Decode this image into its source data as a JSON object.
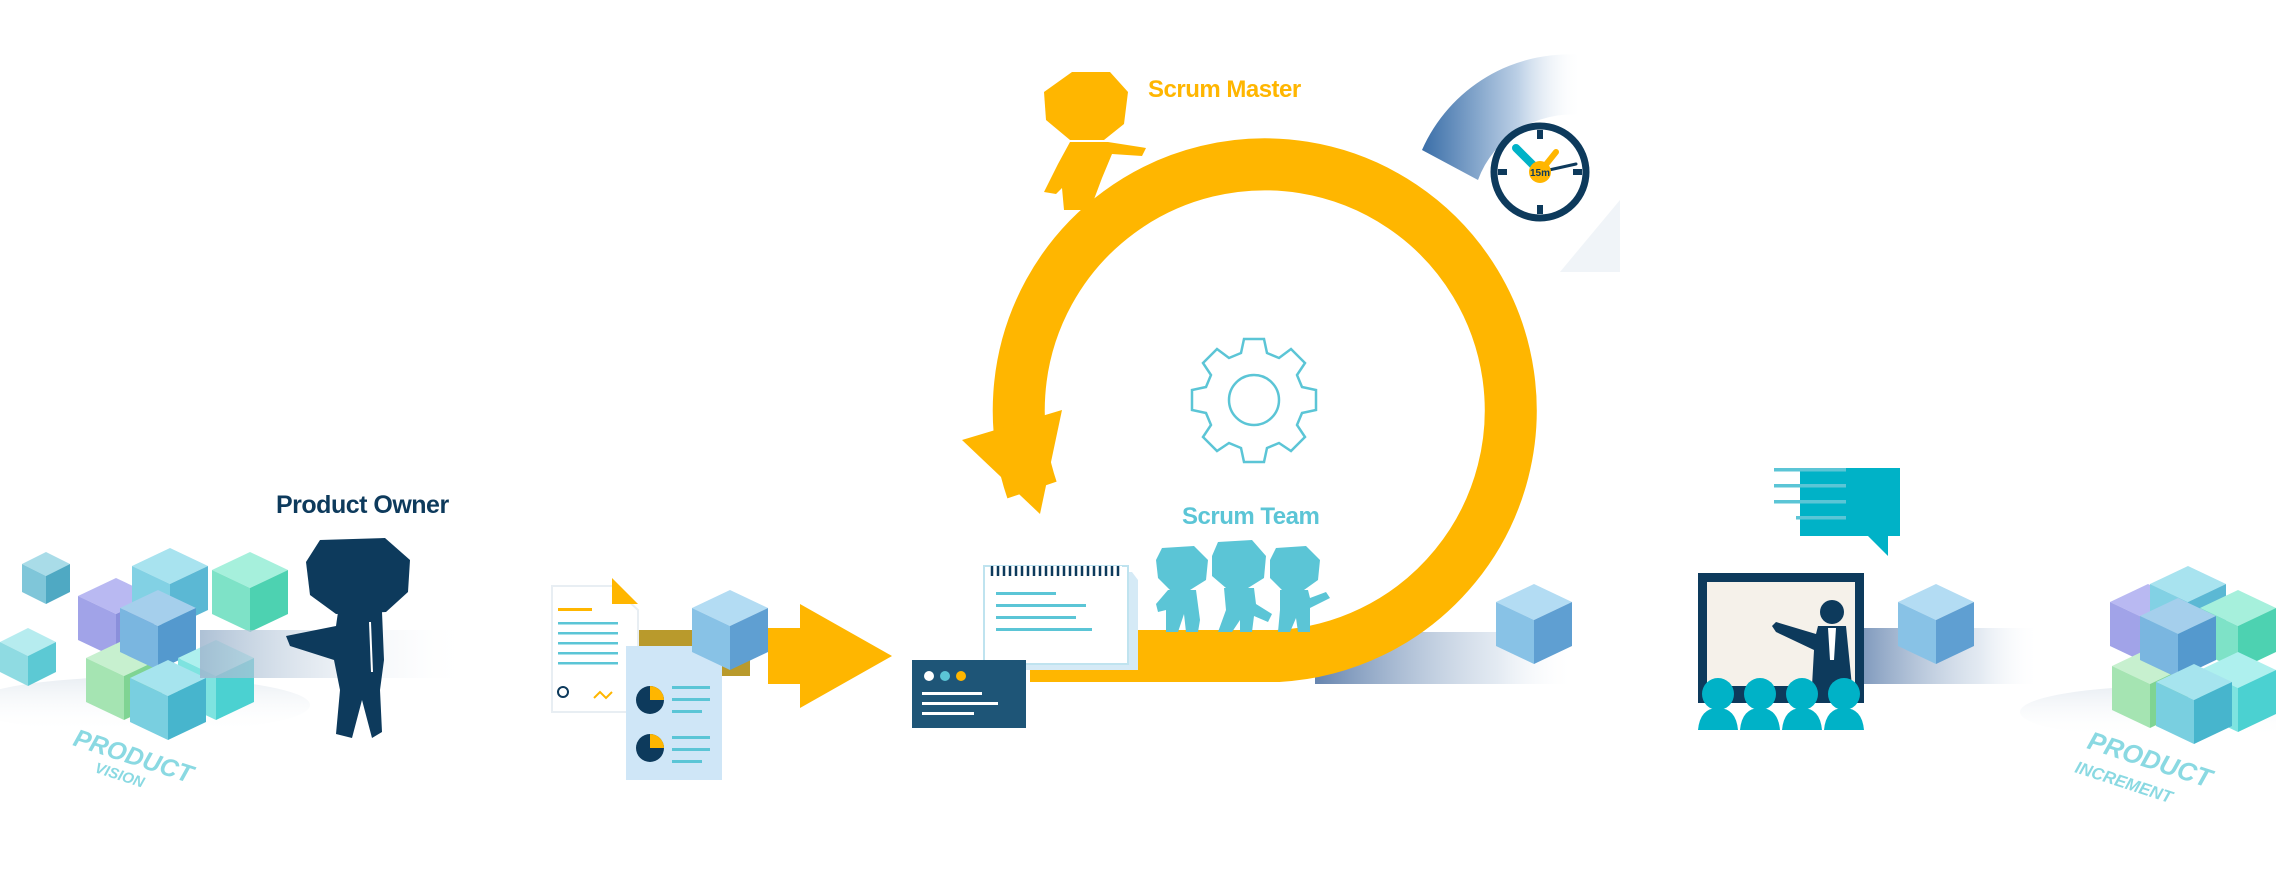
{
  "roles": {
    "product_owner": "Product Owner",
    "scrum_master": "Scrum Master",
    "scrum_team": "Scrum Team"
  },
  "left_stack": {
    "line1": "PRODUCT",
    "line2": "VISION"
  },
  "right_stack": {
    "line1": "PRODUCT",
    "line2": "INCREMENT"
  },
  "timer": {
    "text": "15m"
  },
  "colors": {
    "navy": "#0d3a5c",
    "yellow": "#ffb600",
    "teal": "#5bc5d6",
    "dark_teal": "#00b2c7",
    "light_blue": "#a8d4f0",
    "card": "#1e5577"
  },
  "icons": {
    "gear": "gear-icon",
    "clock": "clock-icon",
    "chat": "chat-bubble-icon",
    "award": "award-icon"
  }
}
